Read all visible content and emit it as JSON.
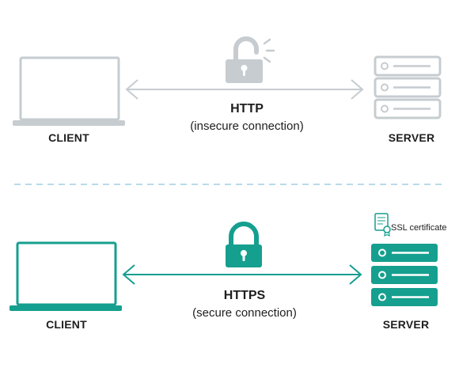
{
  "colors": {
    "insecure": "#c6ccd0",
    "secure": "#159f8f",
    "divider": "#b9daea",
    "text": "#1e1e1e"
  },
  "http_section": {
    "client_label": "CLIENT",
    "server_label": "SERVER",
    "protocol_label": "HTTP",
    "connection_label": "(insecure connection)",
    "lock_icon": "unlocked-padlock-icon"
  },
  "https_section": {
    "client_label": "CLIENT",
    "server_label": "SERVER",
    "protocol_label": "HTTPS",
    "connection_label": "(secure connection)",
    "certificate_label": "SSL certificate",
    "lock_icon": "locked-padlock-icon"
  }
}
